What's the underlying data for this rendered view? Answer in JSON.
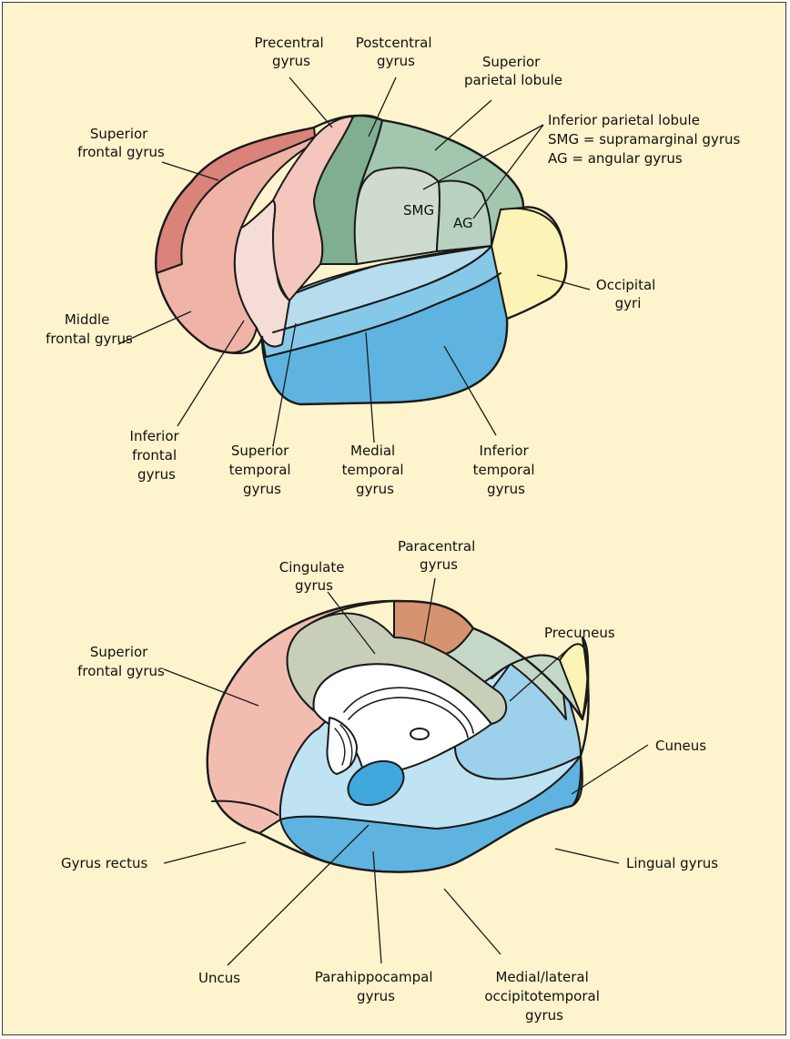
{
  "colors": {
    "background": "#fdf3cc",
    "superior_frontal": "#d9837a",
    "middle_frontal": "#efb3a8",
    "inferior_frontal": "#f6dcd6",
    "precentral": "#f4c6bd",
    "postcentral": "#7fae91",
    "superior_parietal": "#a3c6ae",
    "smg": "#cfdccd",
    "ag": "#b9d2c0",
    "occipital": "#fcf3b6",
    "superior_temporal": "#b6dcee",
    "medial_temporal": "#86c8e8",
    "inferior_temporal": "#5eb3e0",
    "medial_sfg": "#f2bdb0",
    "cingulate": "#c8cfb8",
    "paracentral": "#d7936f",
    "precuneus": "#c5d8c7",
    "cuneus": "#fcf3b6",
    "lingual": "#9dd0ea",
    "parahippocampal": "#bfe3f3",
    "occipitotemporal": "#5eb3e0",
    "uncus": "#3fa8dc",
    "corpus_callosum": "#ffffff"
  },
  "lateral_labels": {
    "precentral": [
      "Precentral",
      "gyrus"
    ],
    "postcentral": [
      "Postcentral",
      "gyrus"
    ],
    "superior_parietal": [
      "Superior",
      "parietal lobule"
    ],
    "inferior_parietal": [
      "Inferior parietal  lobule",
      "SMG = supramarginal gyrus",
      "AG = angular gyrus"
    ],
    "superior_frontal": [
      "Superior",
      "frontal gyrus"
    ],
    "smg": "SMG",
    "ag": "AG",
    "occipital": [
      "Occipital",
      "gyri"
    ],
    "middle_frontal": [
      "Middle",
      "frontal gyrus"
    ],
    "inferior_frontal": [
      "Inferior",
      "frontal",
      "gyrus"
    ],
    "superior_temporal": [
      "Superior",
      "temporal",
      "gyrus"
    ],
    "medial_temporal": [
      "Medial",
      "temporal",
      "gyrus"
    ],
    "inferior_temporal": [
      "Inferior",
      "temporal",
      "gyrus"
    ]
  },
  "medial_labels": {
    "cingulate": [
      "Cingulate",
      "gyrus"
    ],
    "paracentral": [
      "Paracentral",
      "gyrus"
    ],
    "precuneus": "Precuneus",
    "superior_frontal": [
      "Superior",
      "frontal gyrus"
    ],
    "cuneus": "Cuneus",
    "gyrus_rectus": "Gyrus rectus",
    "lingual": "Lingual gyrus",
    "uncus": "Uncus",
    "parahippocampal": [
      "Parahippocampal",
      "gyrus"
    ],
    "occipitotemporal": [
      "Medial/lateral",
      "occipitotemporal",
      "gyrus"
    ]
  }
}
